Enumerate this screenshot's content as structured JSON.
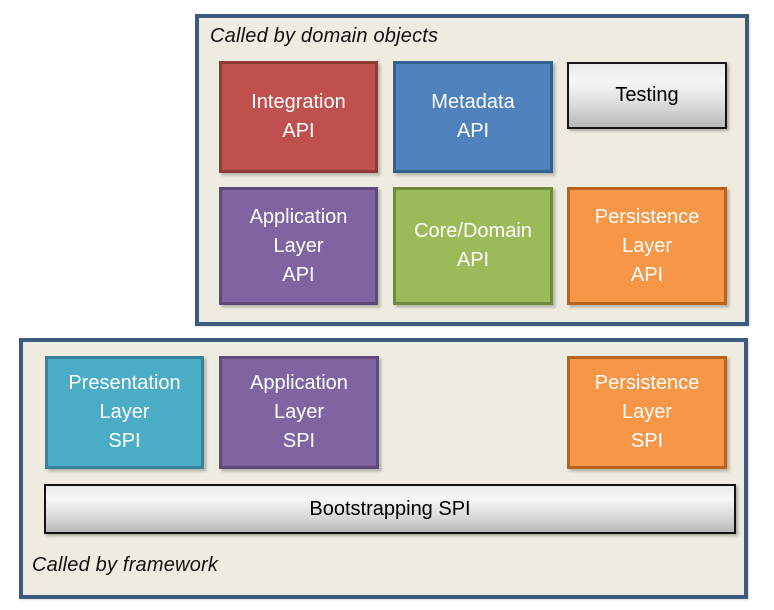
{
  "palette": {
    "page_background": "#FFFFFF",
    "container_background": "#EEECE1",
    "container_border": "#3B5A7E",
    "red_fill": "#C0504D",
    "red_border": "#8E3B38",
    "blue_fill": "#4F81BD",
    "blue_border": "#36608C",
    "green_fill": "#9BBB59",
    "green_border": "#71893F",
    "purple_fill": "#8064A2",
    "purple_border": "#5F4A7A",
    "teal_fill": "#4BACC6",
    "teal_border": "#35839D",
    "orange_fill": "#F79646",
    "orange_border": "#B8641F",
    "gray_gradient_top": "#F6F6F6",
    "gray_gradient_bottom": "#B9B9B9",
    "gray_border": "#141414",
    "box_text_light": "#FFFFFF",
    "box_text_dark": "#000000"
  },
  "groups": {
    "domain": {
      "label": "Called by domain objects",
      "boxes": {
        "integration": {
          "label": "Integration\nAPI",
          "color": "red"
        },
        "metadata": {
          "label": "Metadata\nAPI",
          "color": "blue"
        },
        "testing": {
          "label": "Testing",
          "color": "gray"
        },
        "application": {
          "label": "Application\nLayer\nAPI",
          "color": "purple"
        },
        "core": {
          "label": "Core/Domain\nAPI",
          "color": "green"
        },
        "persistence": {
          "label": "Persistence\nLayer\nAPI",
          "color": "orange"
        }
      }
    },
    "framework": {
      "label": "Called by framework",
      "boxes": {
        "presentation": {
          "label": "Presentation\nLayer\nSPI",
          "color": "teal"
        },
        "application": {
          "label": "Application\nLayer\nSPI",
          "color": "purple"
        },
        "persistence": {
          "label": "Persistence\nLayer\nSPI",
          "color": "orange"
        },
        "bootstrapping": {
          "label": "Bootstrapping SPI",
          "color": "gray"
        }
      }
    }
  }
}
